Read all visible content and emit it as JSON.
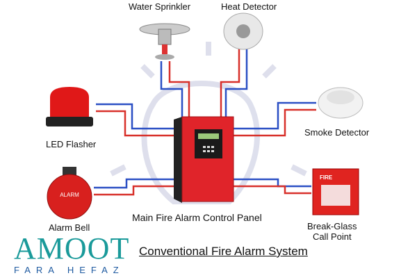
{
  "title": "Conventional Fire Alarm System",
  "center_label": "Main Fire Alarm Control Panel",
  "devices": {
    "water_sprinkler": "Water Sprinkler",
    "heat_detector": "Heat Detector",
    "led_flasher": "LED Flasher",
    "smoke_detector": "Smoke Detector",
    "alarm_bell": "Alarm Bell",
    "break_glass_line1": "Break-Glass",
    "break_glass_line2": "Call Point"
  },
  "device_text": {
    "bell": "ALARM",
    "call_point": "FIRE"
  },
  "logo": {
    "main": "AMOOT",
    "sub": "FARA HEFAZ"
  },
  "colors": {
    "wire_blue": "#2a4fc4",
    "wire_red": "#d8302a",
    "panel": "#e0242a",
    "logo_teal": "#1a9a9a",
    "logo_blue": "#1e5aa0"
  }
}
